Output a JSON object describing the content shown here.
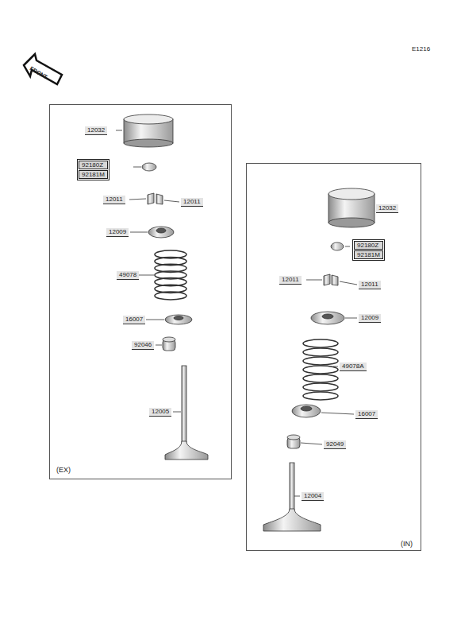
{
  "diagram": {
    "nodes": [
      {
        "text": [
          "(EX)"
        ]
      },
      {
        "text": [
          "92180Z",
          "92181M"
        ],
        "in": 0
      },
      {
        "text": [
          "(IN)"
        ]
      },
      {
        "text": [
          "92180Z",
          "92181M"
        ],
        "in": 2
      }
    ],
    "labels": [
      "E1216",
      "FRONT",
      "12032",
      "12011",
      "12011",
      "12009",
      "49078",
      "16007",
      "92046",
      "12005",
      "12032",
      "12011",
      "12011",
      "12009",
      "49078A",
      "16007",
      "92049",
      "12004"
    ]
  }
}
